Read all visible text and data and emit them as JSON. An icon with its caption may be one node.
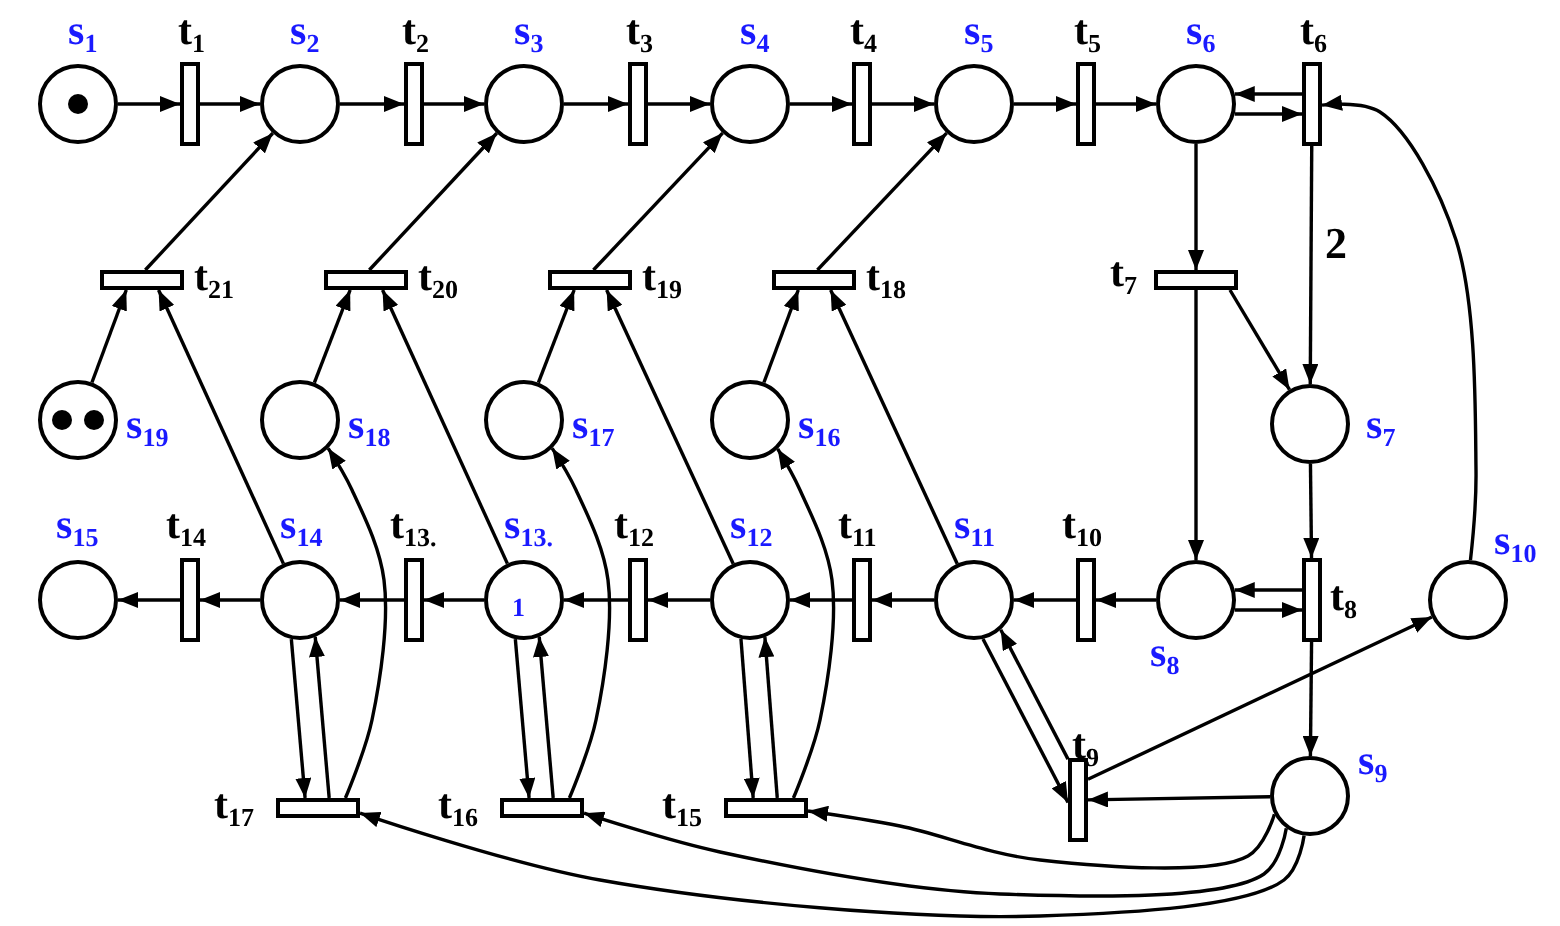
{
  "diagram": {
    "nodes": [
      {
        "text": [
          "s$_{1}$"
        ]
      },
      {
        "text": [
          "s$_{2}$"
        ]
      },
      {
        "text": [
          "s$_{3}$"
        ]
      },
      {
        "text": [
          "s$_{4}$"
        ]
      },
      {
        "text": [
          "s$_{5}$"
        ]
      },
      {
        "text": [
          "s$_{6}$"
        ]
      },
      {
        "text": [
          "s$_{7}$"
        ]
      },
      {
        "text": [
          "s$_{8}$"
        ]
      },
      {
        "text": [
          "s$_{9}$"
        ]
      },
      {
        "text": [
          "s$_{10}$"
        ]
      },
      {
        "text": [
          "s$_{11}$"
        ]
      },
      {
        "text": [
          "s$_{12}$"
        ]
      },
      {
        "text": [
          "s$_{13.}$",
          "1"
        ]
      },
      {
        "text": [
          "s$_{14}$"
        ]
      },
      {
        "text": [
          "s$_{15}$"
        ]
      },
      {
        "text": [
          "s$_{16}$"
        ]
      },
      {
        "text": [
          "s$_{17}$"
        ]
      },
      {
        "text": [
          "s$_{18}$"
        ]
      },
      {
        "text": [
          "s$_{19}$"
        ]
      },
      {
        "text": [
          "t$_{1}$"
        ]
      },
      {
        "text": [
          "t$_{2}$"
        ]
      },
      {
        "text": [
          "t$_{3}$"
        ]
      },
      {
        "text": [
          "t$_{4}$"
        ]
      },
      {
        "text": [
          "t$_{5}$"
        ]
      },
      {
        "text": [
          "t$_{6}$"
        ]
      },
      {
        "text": [
          "t$_{7}$"
        ]
      },
      {
        "text": [
          "t$_{8}$"
        ]
      },
      {
        "text": [
          "t$_{9}$"
        ]
      },
      {
        "text": [
          "t$_{10}$"
        ]
      },
      {
        "text": [
          "t$_{11}$"
        ]
      },
      {
        "text": [
          "t$_{12}$"
        ]
      },
      {
        "text": [
          "t$_{13.}$"
        ]
      },
      {
        "text": [
          "t$_{14}$"
        ]
      },
      {
        "text": [
          "t$_{15}$"
        ]
      },
      {
        "text": [
          "t$_{16}$"
        ]
      },
      {
        "text": [
          "t$_{17}$"
        ]
      },
      {
        "text": [
          "t$_{18}$"
        ]
      },
      {
        "text": [
          "t$_{19}$"
        ]
      },
      {
        "text": [
          "t$_{20}$"
        ]
      },
      {
        "text": [
          "t$_{21}$"
        ]
      }
    ],
    "edges": [
      {
        "from": 0,
        "to": 19,
        "arrow": "to"
      },
      {
        "from": 19,
        "to": 1,
        "arrow": "to"
      },
      {
        "from": 1,
        "to": 20,
        "arrow": "to"
      },
      {
        "from": 20,
        "to": 2,
        "arrow": "to"
      },
      {
        "from": 2,
        "to": 21,
        "arrow": "to"
      },
      {
        "from": 21,
        "to": 3,
        "arrow": "to"
      },
      {
        "from": 3,
        "to": 22,
        "arrow": "to"
      },
      {
        "from": 22,
        "to": 4,
        "arrow": "to"
      },
      {
        "from": 4,
        "to": 23,
        "arrow": "to"
      },
      {
        "from": 23,
        "to": 5,
        "arrow": "to"
      },
      {
        "from": 5,
        "to": 24,
        "arrow": "to"
      },
      {
        "from": 24,
        "to": 5,
        "arrow": "to"
      },
      {
        "from": 5,
        "to": 25,
        "arrow": "to"
      },
      {
        "from": 24,
        "to": 6,
        "arrow": "to",
        "label": "2"
      },
      {
        "from": 25,
        "to": 6,
        "arrow": "to"
      },
      {
        "from": 25,
        "to": 7,
        "arrow": "to"
      },
      {
        "from": 6,
        "to": 26,
        "arrow": "to"
      },
      {
        "from": 26,
        "to": 7,
        "arrow": "to"
      },
      {
        "from": 7,
        "to": 26,
        "arrow": "to"
      },
      {
        "from": 9,
        "to": 24,
        "arrow": "to"
      },
      {
        "from": 26,
        "to": 8,
        "arrow": "to"
      },
      {
        "from": 8,
        "to": 27,
        "arrow": "to"
      },
      {
        "from": 27,
        "to": 9,
        "arrow": "to"
      },
      {
        "from": 10,
        "to": 27,
        "arrow": "to"
      },
      {
        "from": 27,
        "to": 10,
        "arrow": "to"
      },
      {
        "from": 7,
        "to": 28,
        "arrow": "to"
      },
      {
        "from": 28,
        "to": 10,
        "arrow": "to"
      },
      {
        "from": 10,
        "to": 29,
        "arrow": "to"
      },
      {
        "from": 29,
        "to": 11,
        "arrow": "to"
      },
      {
        "from": 11,
        "to": 30,
        "arrow": "to"
      },
      {
        "from": 30,
        "to": 12,
        "arrow": "to"
      },
      {
        "from": 12,
        "to": 31,
        "arrow": "to"
      },
      {
        "from": 31,
        "to": 13,
        "arrow": "to"
      },
      {
        "from": 13,
        "to": 32,
        "arrow": "to"
      },
      {
        "from": 32,
        "to": 14,
        "arrow": "to"
      },
      {
        "from": 10,
        "to": 36,
        "arrow": "to"
      },
      {
        "from": 15,
        "to": 36,
        "arrow": "to"
      },
      {
        "from": 36,
        "to": 4,
        "arrow": "to"
      },
      {
        "from": 11,
        "to": 37,
        "arrow": "to"
      },
      {
        "from": 16,
        "to": 37,
        "arrow": "to"
      },
      {
        "from": 37,
        "to": 3,
        "arrow": "to"
      },
      {
        "from": 12,
        "to": 38,
        "arrow": "to"
      },
      {
        "from": 17,
        "to": 38,
        "arrow": "to"
      },
      {
        "from": 38,
        "to": 2,
        "arrow": "to"
      },
      {
        "from": 13,
        "to": 39,
        "arrow": "to"
      },
      {
        "from": 18,
        "to": 39,
        "arrow": "to"
      },
      {
        "from": 39,
        "to": 1,
        "arrow": "to"
      },
      {
        "from": 13,
        "to": 35,
        "arrow": "to"
      },
      {
        "from": 35,
        "to": 13,
        "arrow": "to"
      },
      {
        "from": 12,
        "to": 34,
        "arrow": "to"
      },
      {
        "from": 34,
        "to": 12,
        "arrow": "to"
      },
      {
        "from": 11,
        "to": 33,
        "arrow": "to"
      },
      {
        "from": 33,
        "to": 11,
        "arrow": "to"
      },
      {
        "from": 35,
        "to": 17,
        "arrow": "to"
      },
      {
        "from": 34,
        "to": 16,
        "arrow": "to"
      },
      {
        "from": 33,
        "to": 15,
        "arrow": "to"
      },
      {
        "from": 8,
        "to": 35,
        "arrow": "to"
      },
      {
        "from": 8,
        "to": 34,
        "arrow": "to"
      },
      {
        "from": 8,
        "to": 33,
        "arrow": "to"
      }
    ]
  }
}
